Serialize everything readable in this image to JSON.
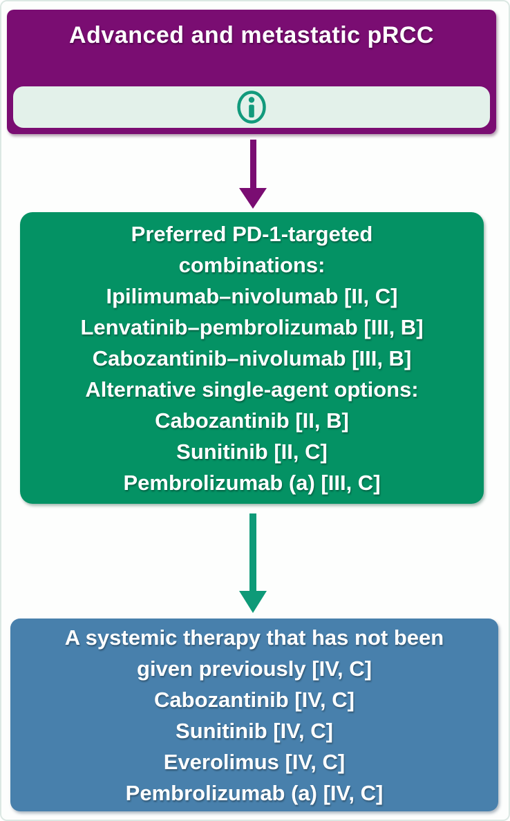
{
  "flow": {
    "root": {
      "title": "Advanced and metastatic pRCC"
    },
    "info_button": {
      "icon": "info-icon"
    },
    "first_line": {
      "lines": [
        "Preferred PD-1-targeted",
        "combinations:",
        "Ipilimumab–nivolumab [II, C]",
        "Lenvatinib–pembrolizumab [III, B]",
        "Cabozantinib–nivolumab [III, B]",
        "Alternative single-agent options:",
        "Cabozantinib [II, B]",
        "Sunitinib [II, C]",
        "Pembrolizumab (a) [III, C]"
      ]
    },
    "second_line": {
      "lines": [
        "A systemic therapy that has not been",
        "given previously [IV, C]",
        "Cabozantinib [IV, C]",
        "Sunitinib [IV, C]",
        "Everolimus [IV, C]",
        "Pembrolizumab (a) [IV, C]"
      ]
    },
    "colors": {
      "root_bg": "#7a0d72",
      "first_line_bg": "#049264",
      "second_line_bg": "#4880ac",
      "arrow_1": "#7a0d72",
      "arrow_2": "#0e9a78",
      "info_bar_bg": "#e3f1ea",
      "info_icon": "#129a7c",
      "text": "#ffffff"
    }
  }
}
